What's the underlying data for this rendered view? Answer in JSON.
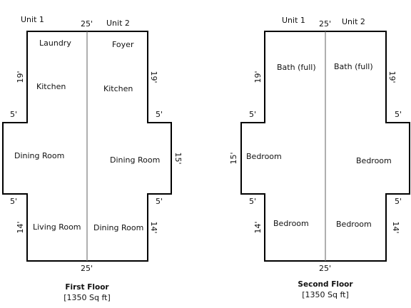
{
  "first_floor": {
    "unit_headers": [
      "Unit 1",
      "Unit 2"
    ],
    "rooms": {
      "laundry": "Laundry",
      "foyer": "Foyer",
      "kitchen_left": "Kitchen",
      "kitchen_right": "Kitchen",
      "dining_left": "Dining Room",
      "dining_right": "Dining Room",
      "living": "Living Room",
      "dining_lower_right": "Dining Room"
    },
    "dimensions": {
      "top": "25'",
      "bottom": "25'",
      "left_upper": "19'",
      "right_upper": "19'",
      "left_step_top": "5'",
      "right_step_top": "5'",
      "right_middle": "15'",
      "left_step_bottom": "5'",
      "right_step_bottom": "5'",
      "left_lower": "14'",
      "right_lower": "14'"
    },
    "caption": {
      "title": "First Floor",
      "area": "[1350 Sq ft]"
    }
  },
  "second_floor": {
    "unit_headers": [
      "Unit 1",
      "Unit 2"
    ],
    "rooms": {
      "bath_left": "Bath (full)",
      "bath_right": "Bath (full)",
      "bedroom_mid_left": "Bedroom",
      "bedroom_mid_right": "Bedroom",
      "bedroom_low_left": "Bedroom",
      "bedroom_low_right": "Bedroom"
    },
    "dimensions": {
      "top": "25'",
      "bottom": "25'",
      "left_upper": "19'",
      "right_upper": "19'",
      "left_step_top": "5'",
      "right_step_top": "5'",
      "left_middle": "15'",
      "left_step_bottom": "5'",
      "right_step_bottom": "5'",
      "left_lower": "14'",
      "right_lower": "14'"
    },
    "caption": {
      "title": "Second Floor",
      "area": "[1350 Sq ft]"
    }
  }
}
